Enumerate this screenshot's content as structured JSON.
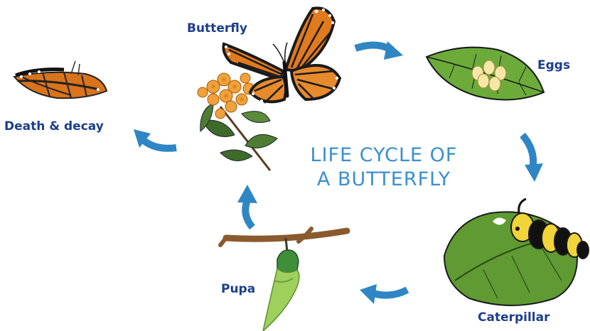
{
  "diagram": {
    "title_line1": "LIFE CYCLE OF",
    "title_line2": "A BUTTERFLY",
    "stages": {
      "butterfly": "Butterfly",
      "eggs": "Eggs",
      "caterpillar": "Caterpillar",
      "pupa": "Pupa",
      "death": "Death & decay"
    },
    "colors": {
      "label": "#1c3f8c",
      "title": "#3a8fd0",
      "arrow": "#2f86c4",
      "leaf": "#6cab3a",
      "wing": "#e07a1f"
    }
  }
}
